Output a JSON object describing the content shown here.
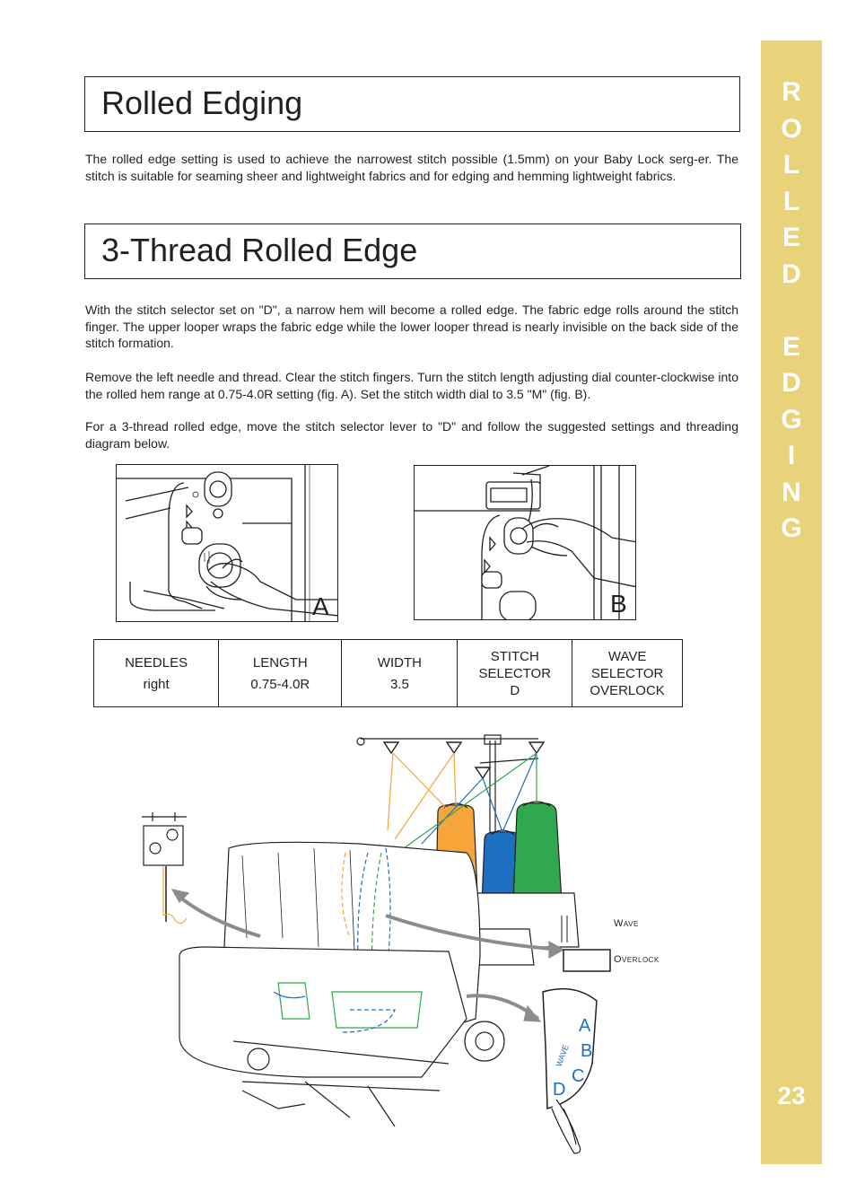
{
  "sidebar": {
    "letters": [
      "R",
      "O",
      "L",
      "L",
      "E",
      "D",
      "",
      "E",
      "D",
      "G",
      "I",
      "N",
      "G"
    ],
    "page_number": "23",
    "color": "#e8d27a"
  },
  "section1": {
    "title": "Rolled Edging",
    "text": "The rolled edge setting is used to achieve the narrowest stitch possible (1.5mm) on your Baby Lock serg-er.  The stitch is suitable for seaming sheer and lightweight fabrics and for edging and hemming lightweight fabrics."
  },
  "section2": {
    "title": "3-Thread Rolled Edge",
    "para1": "With the stitch selector set on \"D\", a narrow hem will become a rolled edge.  The fabric edge rolls around the stitch finger.  The upper looper wraps the fabric edge while the lower looper thread is nearly invisible on the back side of the stitch formation.",
    "para2": "Remove the left needle and thread.  Clear the stitch fingers.  Turn the stitch length adjusting dial counter-clockwise into the rolled hem range at 0.75-4.0R setting (fig. A). Set the stitch width dial to 3.5 \"M\" (fig. B).",
    "para3": "For a 3-thread rolled edge, move the stitch selector lever to \"D\" and follow the suggested settings and threading diagram below."
  },
  "figures": {
    "a_label": "A",
    "b_label": "B"
  },
  "settings": {
    "needles": [
      "NEEDLES",
      "right"
    ],
    "length": [
      "LENGTH",
      "0.75-4.0R"
    ],
    "width": [
      "WIDTH",
      "3.5"
    ],
    "stitch": [
      "STITCH",
      "SELECTOR",
      "D"
    ],
    "wave": [
      "WAVE",
      "SELECTOR",
      "OVERLOCK"
    ]
  },
  "diagram": {
    "wave_label": "Wave",
    "overlock_label": "Overlock",
    "dial_letters": [
      "A",
      "B",
      "C",
      "D"
    ],
    "dial_wave": "WAVE",
    "thread_colors": {
      "orange": "#f6a53a",
      "blue": "#1d6fc1",
      "green": "#2fa84f"
    }
  }
}
